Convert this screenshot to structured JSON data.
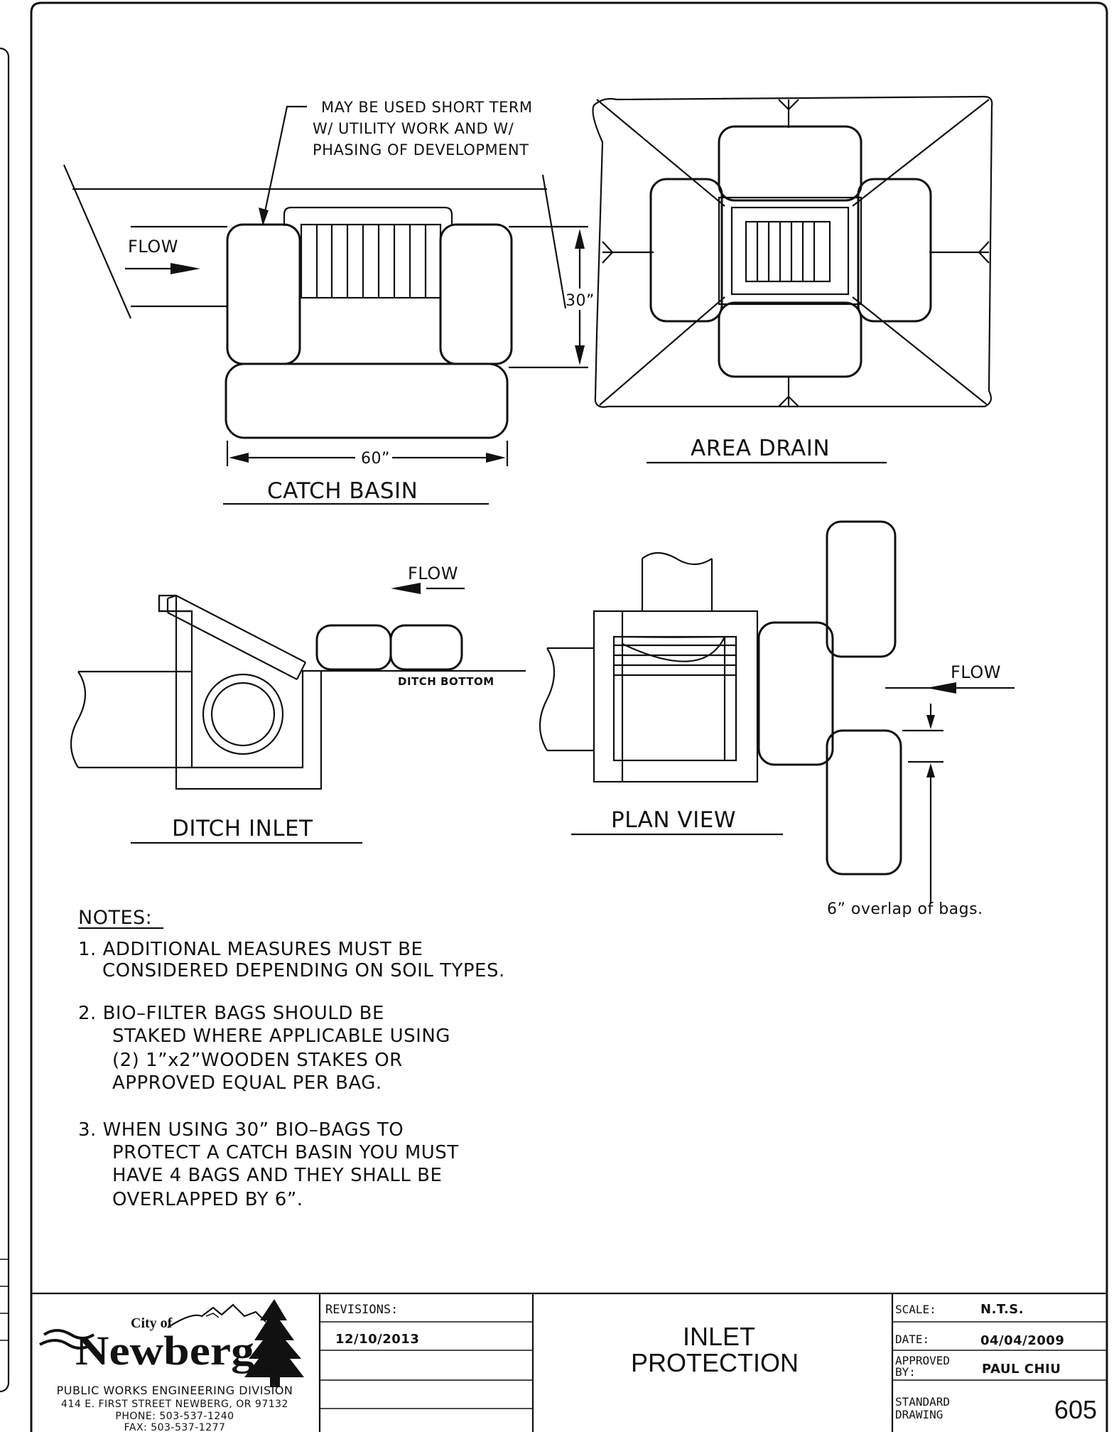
{
  "drawing": {
    "catch_basin": {
      "title": "CATCH BASIN",
      "flow_label": "FLOW",
      "callout_line1": "MAY BE USED SHORT TERM",
      "callout_line2": "W/ UTILITY WORK AND W/",
      "callout_line3": "PHASING OF DEVELOPMENT",
      "width_dim": "60”",
      "height_dim": "30”"
    },
    "area_drain": {
      "title": "AREA DRAIN"
    },
    "ditch_inlet": {
      "title": "DITCH INLET",
      "flow_label": "FLOW",
      "ditch_bottom": "DITCH BOTTOM"
    },
    "plan_view": {
      "title": "PLAN VIEW",
      "flow_label": "FLOW",
      "overlap_note": "6” overlap of bags."
    }
  },
  "notes": {
    "heading": "NOTES:",
    "lines": [
      "1. ADDITIONAL MEASURES MUST BE",
      "CONSIDERED DEPENDING ON SOIL TYPES.",
      "2. BIO–FILTER BAGS SHOULD BE",
      "STAKED WHERE APPLICABLE USING",
      "(2) 1”x2”WOODEN STAKES OR",
      "APPROVED EQUAL PER BAG.",
      "3. WHEN USING 30” BIO–BAGS TO",
      "PROTECT A CATCH BASIN YOU MUST",
      "HAVE 4 BAGS AND THEY SHALL BE",
      "OVERLAPPED BY 6”."
    ]
  },
  "title_block": {
    "logo_text_top": "City of",
    "logo_text_main": "Newberg",
    "dept": "PUBLIC WORKS ENGINEERING DIVISION",
    "address": "414 E. FIRST STREET NEWBERG, OR 97132",
    "phone": "PHONE: 503-537-1240",
    "fax": "FAX: 503-537-1277",
    "revisions_label": "REVISIONS:",
    "revision_1": "12/10/2013",
    "title_line1": "INLET",
    "title_line2": "PROTECTION",
    "scale_label": "SCALE:",
    "scale_value": "N.T.S.",
    "date_label": "DATE:",
    "date_value": "04/04/2009",
    "approved_label_1": "APPROVED",
    "approved_label_2": "BY:",
    "approved_value": "PAUL CHIU",
    "std_label_1": "STANDARD",
    "std_label_2": "DRAWING",
    "drawing_number": "605"
  }
}
